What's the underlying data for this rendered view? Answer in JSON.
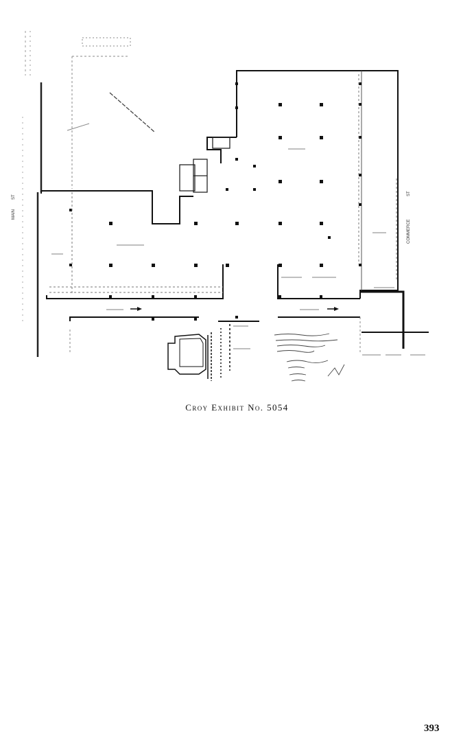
{
  "document": {
    "caption": "Croy Exhibit No. 5054",
    "page_number": "393"
  },
  "plan": {
    "street_left": "MAIN",
    "street_left_suffix": "ST",
    "street_right": "COMMERCE",
    "street_right_suffix": "ST"
  }
}
